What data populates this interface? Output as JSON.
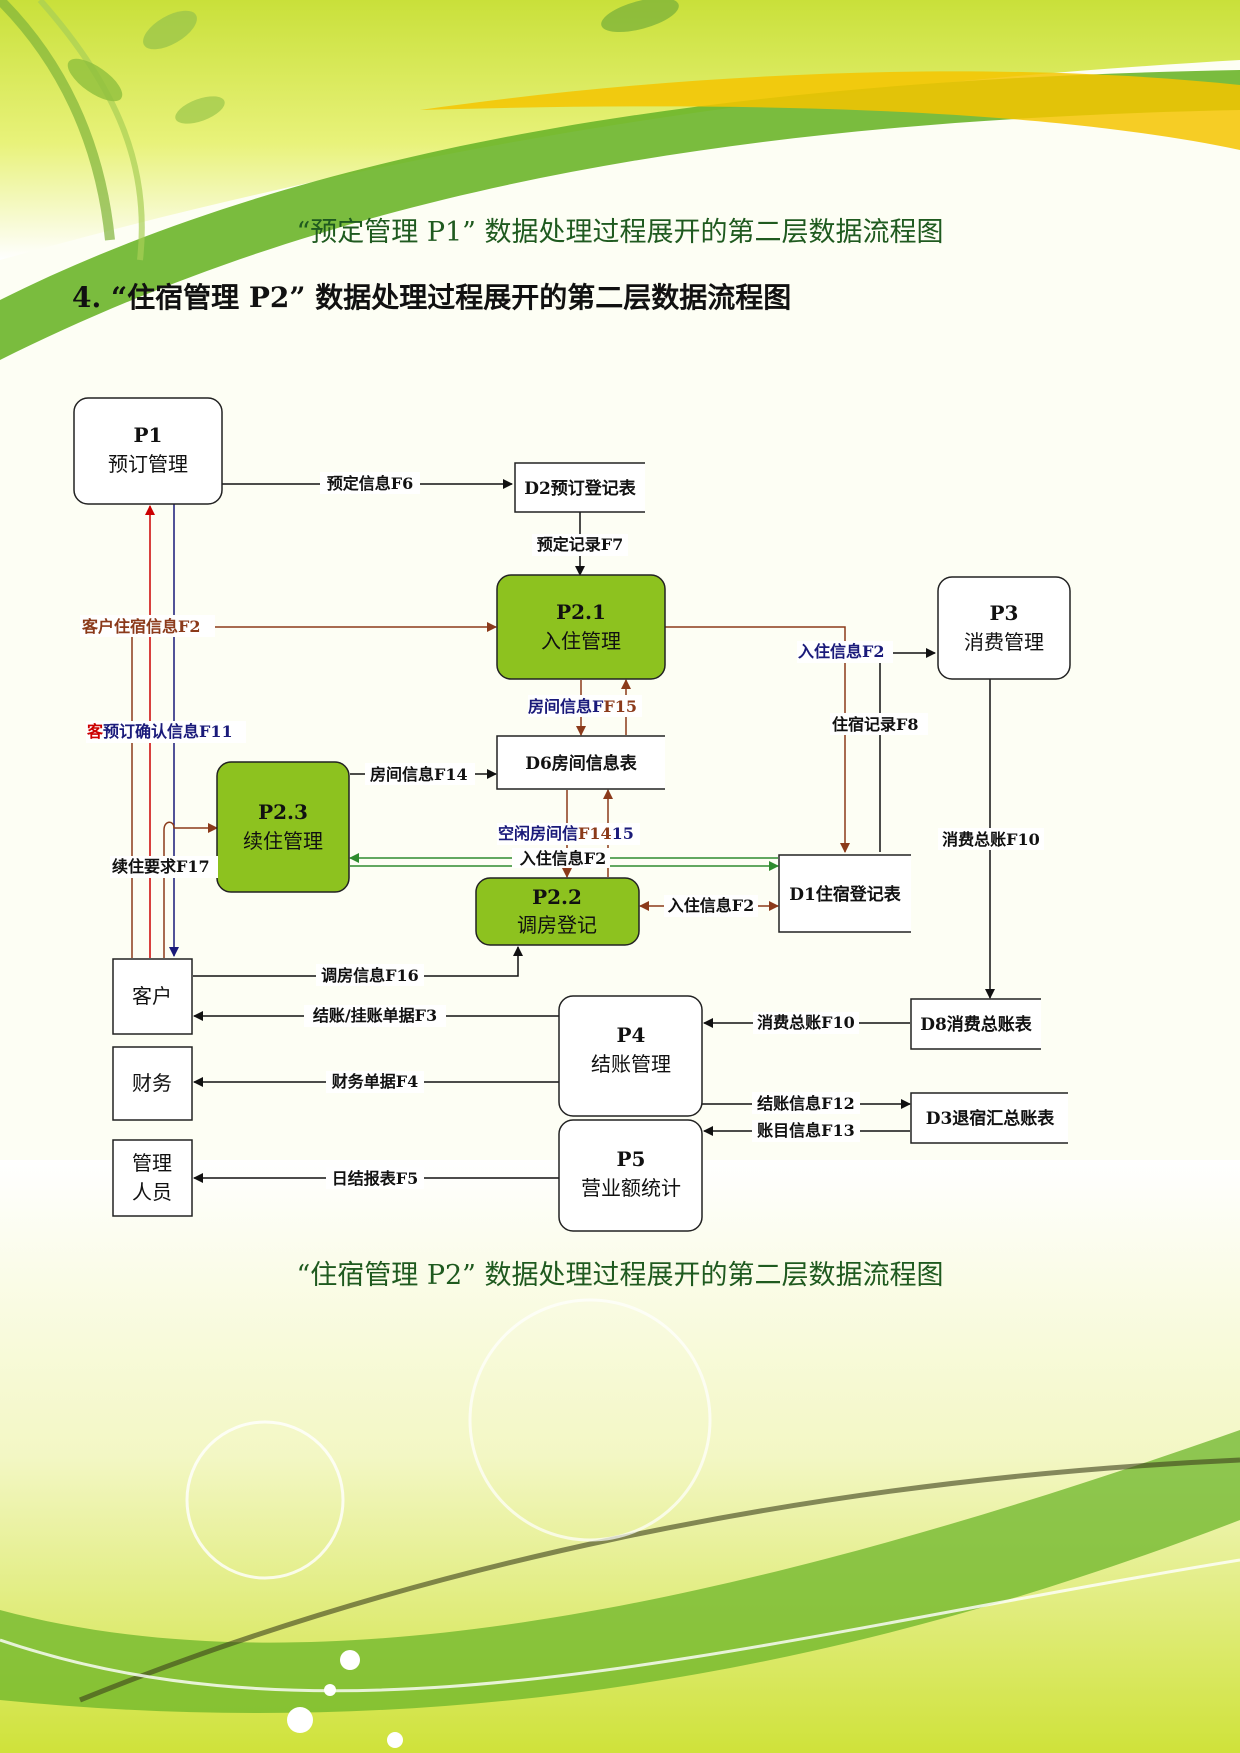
{
  "captions": {
    "top": "“预定管理 P1” 数据处理过程展开的第二层数据流程图",
    "section": "4. “住宿管理 P2” 数据处理过程展开的第二层数据流程图",
    "bottom": "“住宿管理 P2” 数据处理过程展开的第二层数据流程图"
  },
  "colors": {
    "process_green": "#8dc21f",
    "caption_green": "#1f5a1f",
    "flow_brown": "#8b3a1a",
    "flow_blue": "#1a1a7a",
    "flow_green": "#2e8b2e",
    "flow_red": "#cc0000"
  },
  "processes": {
    "p1": {
      "id": "P1",
      "name": "预订管理"
    },
    "p21": {
      "id": "P2.1",
      "name": "入住管理"
    },
    "p22": {
      "id": "P2.2",
      "name": "调房登记"
    },
    "p23": {
      "id": "P2.3",
      "name": "续住管理"
    },
    "p3": {
      "id": "P3",
      "name": "消费管理"
    },
    "p4": {
      "id": "P4",
      "name": "结账管理"
    },
    "p5": {
      "id": "P5",
      "name": "营业额统计"
    }
  },
  "stores": {
    "d2": "D2预订登记表",
    "d6": "D6房间信息表",
    "d1": "D1住宿登记表",
    "d8": "D8消费总账表",
    "d3": "D3退宿汇总账表"
  },
  "entities": {
    "customer": "客户",
    "finance": "财务",
    "manager_line1": "管理",
    "manager_line2": "人员"
  },
  "flows": {
    "f6": "预定信息F6",
    "f7": "预定记录F7",
    "f2_customer": "客户住宿信息F2",
    "f11_prefix": "客",
    "f11": "预订确认信息F11",
    "f2_in": "入住信息F2",
    "f8": "住宿记录F8",
    "f15_room": "房间信息",
    "f15_mid": "F",
    "f15_code": "F15",
    "f14": "房间信息F14",
    "free_room": "空闲房间信",
    "free_code": "F14",
    "free_suffix": "15",
    "f2_renew": "入住信息F2",
    "f17": "续住要求F17",
    "f2_change": "入住信息F2",
    "f10_total": "消费总账F10",
    "f16": "调房信息F16",
    "f3": "结账/挂账单据F3",
    "f10_bill": "消费总账F10",
    "f4": "财务单据F4",
    "f12": "结账信息F12",
    "f13": "账目信息F13",
    "f5": "日结报表F5"
  }
}
